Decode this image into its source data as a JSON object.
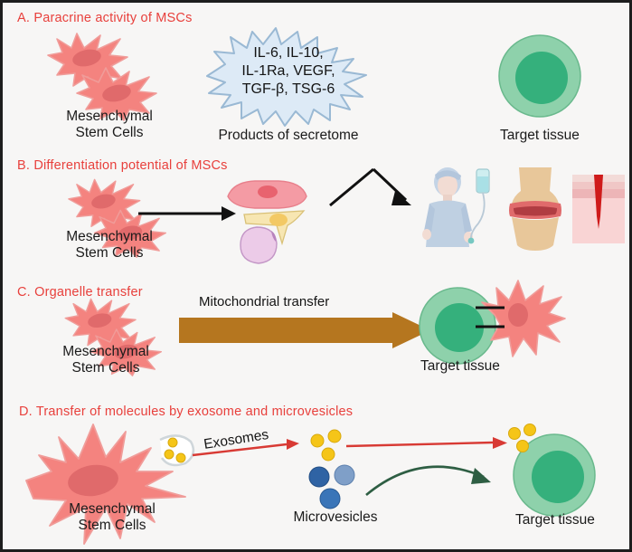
{
  "figure": {
    "background_color": "#f7f6f5",
    "border_color": "#1d1d1d",
    "title_color": "#e8403c",
    "msc_color": "#f4837f",
    "msc_nucleus_color": "#e06a6b",
    "target_cell_color": "#8ed1ab",
    "target_nucleus_color": "#35b07c",
    "secretome_burst_color": "#ddeaf6",
    "secretome_burst_stroke": "#9ab9d4",
    "mito_arrow_color": "#b5761f",
    "exosome_color": "#f5c518",
    "exosome_arrow_color": "#d83a34",
    "microvesicle_color": "#2f63a4",
    "microvesicle_arrow_color": "#2e5e43"
  },
  "panels": {
    "a": {
      "title": "A. Paracrine activity of MSCs",
      "msc_caption": "Mesenchymal\nStem Cells",
      "secretome_items": "IL-6, IL-10,\nIL-1Ra, VEGF,\nTGF-β, TSG-6",
      "secretome_caption": "Products of secretome",
      "target_caption": "Target tissue"
    },
    "b": {
      "title": "B. Differentiation  potential of MSCs",
      "msc_caption": "Mesenchymal\nStem Cells"
    },
    "c": {
      "title": "C. Organelle transfer",
      "msc_caption": "Mesenchymal\nStem Cells",
      "arrow_label": "Mitochondrial transfer",
      "target_caption": "Target tissue"
    },
    "d": {
      "title": "D. Transfer of molecules  by exosome  and microvesicles",
      "msc_caption": "Mesenchymal\nStem Cells",
      "exosome_label": "Exosomes",
      "microvesicle_label": "Microvesicles",
      "target_caption": "Target tissue"
    }
  }
}
